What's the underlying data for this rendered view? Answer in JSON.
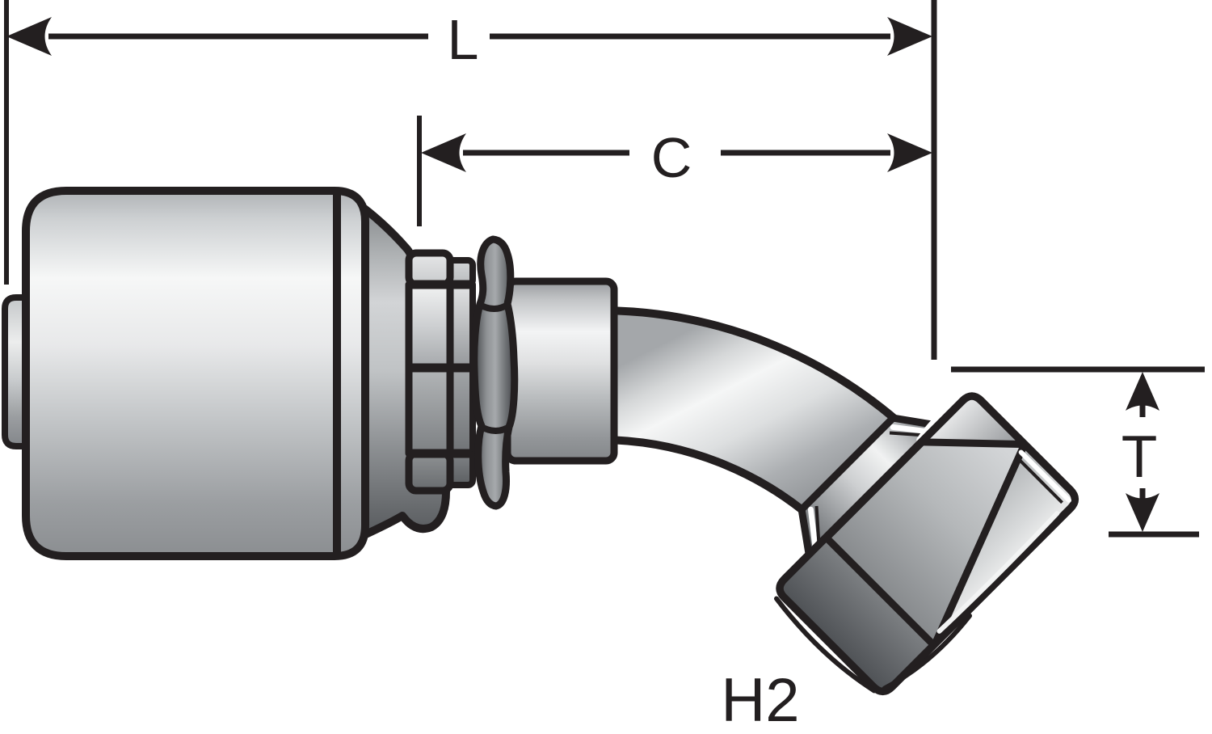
{
  "diagram": {
    "dimensions": {
      "overall_length_label": "L",
      "cutoff_length_label": "C",
      "thread_drop_label": "T"
    },
    "part_code_label": "H2",
    "colors": {
      "line_color": "#231f20",
      "background": "#ffffff",
      "metal_light": "#f5f6f7",
      "metal_dark": "#55585b"
    }
  }
}
